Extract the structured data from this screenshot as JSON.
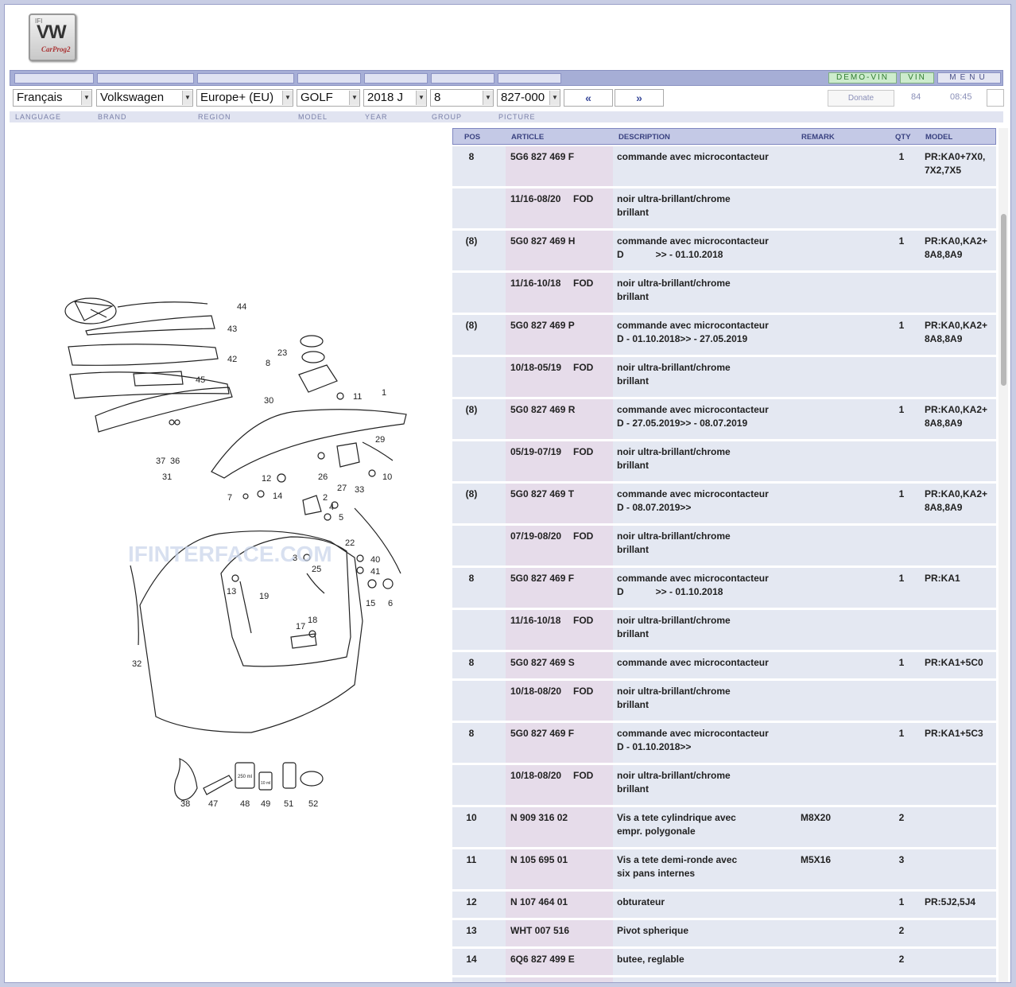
{
  "logo": {
    "ifi": "IFI",
    "vw": "VW",
    "carprog": "CarProg2"
  },
  "topbar": {
    "demo_vin": "DEMO-VIN",
    "vin": "VIN",
    "menu": "MENU"
  },
  "filters": {
    "language": "Français",
    "brand": "Volkswagen",
    "region": "Europe+ (EU)",
    "model": "GOLF",
    "year": "2018  J",
    "group": "8",
    "picture": "827-000",
    "prev": "«",
    "next": "»",
    "donate": "Donate",
    "count": "84",
    "time": "08:45"
  },
  "labels": {
    "language": "LANGUAGE",
    "brand": "BRAND",
    "region": "REGION",
    "model": "MODEL",
    "year": "YEAR",
    "group": "GROUP",
    "picture": "PICTURE"
  },
  "diagram": {
    "watermark": "IFINTERFACE.COM",
    "callouts": [
      "44",
      "43",
      "42",
      "45",
      "23",
      "8",
      "11",
      "1",
      "30",
      "29",
      "37",
      "36",
      "31",
      "12",
      "26",
      "10",
      "27",
      "33",
      "7",
      "14",
      "2",
      "4",
      "5",
      "22",
      "3",
      "40",
      "41",
      "25",
      "13",
      "19",
      "15",
      "6",
      "17",
      "18",
      "32",
      "38",
      "47",
      "48",
      "49",
      "51",
      "52"
    ],
    "can_label_250": "250 ml",
    "can_label_10": "10 ml"
  },
  "table": {
    "headers": {
      "pos": "POS",
      "article": "ARTICLE",
      "description": "DESCRIPTION",
      "remark": "REMARK",
      "qty": "QTY",
      "model": "MODEL"
    },
    "rows": [
      {
        "pos": "8",
        "article": "5G6 827 469 F",
        "fod": "",
        "desc": "commande avec microcontacteur",
        "remark": "",
        "qty": "1",
        "model": "PR:KA0+7X0,\n7X2,7X5"
      },
      {
        "pos": "",
        "article": "11/16-08/20",
        "fod": "FOD",
        "desc": "noir ultra-brillant/chrome\nbrillant",
        "remark": "",
        "qty": "",
        "model": ""
      },
      {
        "pos": "(8)",
        "article": "5G0 827 469 H",
        "fod": "",
        "desc": "commande avec microcontacteur\nD            >> - 01.10.2018",
        "remark": "",
        "qty": "1",
        "model": "PR:KA0,KA2+\n8A8,8A9"
      },
      {
        "pos": "",
        "article": "11/16-10/18",
        "fod": "FOD",
        "desc": "noir ultra-brillant/chrome\nbrillant",
        "remark": "",
        "qty": "",
        "model": ""
      },
      {
        "pos": "(8)",
        "article": "5G0 827 469 P",
        "fod": "",
        "desc": "commande avec microcontacteur\nD - 01.10.2018>> - 27.05.2019",
        "remark": "",
        "qty": "1",
        "model": "PR:KA0,KA2+\n8A8,8A9"
      },
      {
        "pos": "",
        "article": "10/18-05/19",
        "fod": "FOD",
        "desc": "noir ultra-brillant/chrome\nbrillant",
        "remark": "",
        "qty": "",
        "model": ""
      },
      {
        "pos": "(8)",
        "article": "5G0 827 469 R",
        "fod": "",
        "desc": "commande avec microcontacteur\nD - 27.05.2019>> - 08.07.2019",
        "remark": "",
        "qty": "1",
        "model": "PR:KA0,KA2+\n8A8,8A9"
      },
      {
        "pos": "",
        "article": "05/19-07/19",
        "fod": "FOD",
        "desc": "noir ultra-brillant/chrome\nbrillant",
        "remark": "",
        "qty": "",
        "model": ""
      },
      {
        "pos": "(8)",
        "article": "5G0 827 469 T",
        "fod": "",
        "desc": "commande avec microcontacteur\nD - 08.07.2019>>",
        "remark": "",
        "qty": "1",
        "model": "PR:KA0,KA2+\n8A8,8A9"
      },
      {
        "pos": "",
        "article": "07/19-08/20",
        "fod": "FOD",
        "desc": "noir ultra-brillant/chrome\nbrillant",
        "remark": "",
        "qty": "",
        "model": ""
      },
      {
        "pos": "8",
        "article": "5G0 827 469 F",
        "fod": "",
        "desc": "commande avec microcontacteur\nD            >> - 01.10.2018",
        "remark": "",
        "qty": "1",
        "model": "PR:KA1"
      },
      {
        "pos": "",
        "article": "11/16-10/18",
        "fod": "FOD",
        "desc": "noir ultra-brillant/chrome\nbrillant",
        "remark": "",
        "qty": "",
        "model": ""
      },
      {
        "pos": "8",
        "article": "5G0 827 469 S",
        "fod": "",
        "desc": "commande avec microcontacteur",
        "remark": "",
        "qty": "1",
        "model": "PR:KA1+5C0"
      },
      {
        "pos": "",
        "article": "10/18-08/20",
        "fod": "FOD",
        "desc": "noir ultra-brillant/chrome\nbrillant",
        "remark": "",
        "qty": "",
        "model": ""
      },
      {
        "pos": "8",
        "article": "5G0 827 469 F",
        "fod": "",
        "desc": "commande avec microcontacteur\nD - 01.10.2018>>",
        "remark": "",
        "qty": "1",
        "model": "PR:KA1+5C3"
      },
      {
        "pos": "",
        "article": "10/18-08/20",
        "fod": "FOD",
        "desc": "noir ultra-brillant/chrome\nbrillant",
        "remark": "",
        "qty": "",
        "model": ""
      },
      {
        "pos": "10",
        "article": "N   909 316 02",
        "fod": "",
        "desc": "Vis a tete cylindrique avec\nempr. polygonale",
        "remark": "M8X20",
        "qty": "2",
        "model": ""
      },
      {
        "pos": "11",
        "article": "N   105 695 01",
        "fod": "",
        "desc": "Vis a tete demi-ronde avec\nsix pans internes",
        "remark": "M5X16",
        "qty": "3",
        "model": ""
      },
      {
        "pos": "12",
        "article": "N   107 464 01",
        "fod": "",
        "desc": "obturateur",
        "remark": "",
        "qty": "1",
        "model": "PR:5J2,5J4"
      },
      {
        "pos": "13",
        "article": "WHT 007 516",
        "fod": "",
        "desc": "Pivot spherique",
        "remark": "",
        "qty": "2",
        "model": ""
      },
      {
        "pos": "14",
        "article": "6Q6 827 499 E",
        "fod": "",
        "desc": "butee, reglable",
        "remark": "",
        "qty": "2",
        "model": ""
      },
      {
        "pos": "",
        "article": "",
        "fod": "",
        "desc": "",
        "remark": "",
        "qty": "",
        "model": ""
      }
    ]
  },
  "colors": {
    "frame": "#c8cde4",
    "row": "#e4e8f2",
    "article_bg": "#e6dcea",
    "header": "#c4c9e6",
    "accent_green": "#2e7a2e"
  }
}
